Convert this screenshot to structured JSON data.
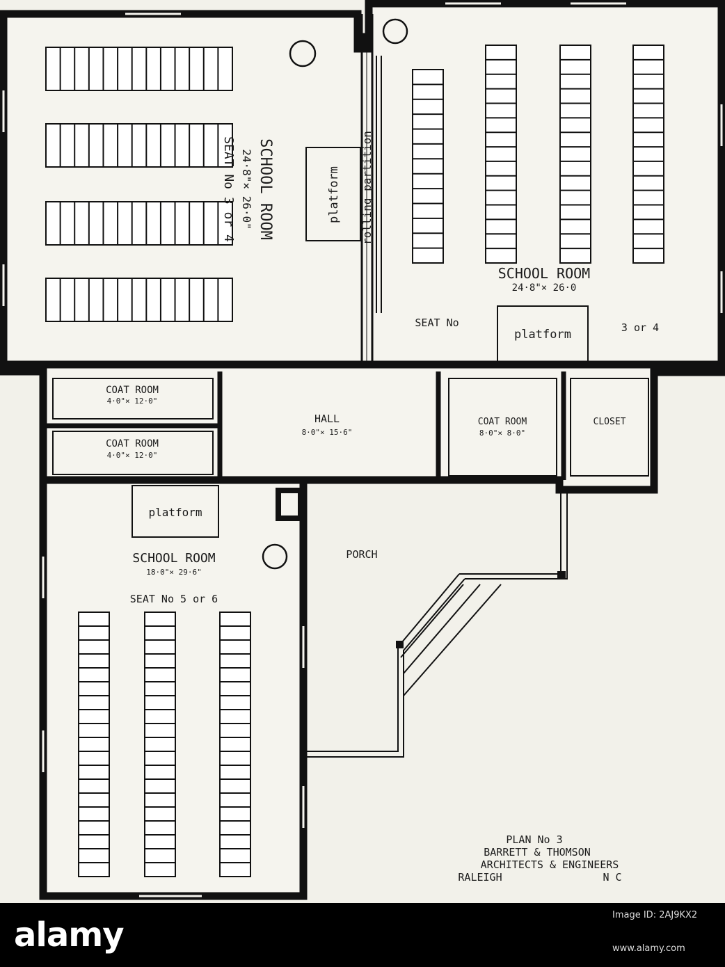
{
  "plan": {
    "rooms": {
      "school_room_1": {
        "name": "SCHOOL ROOM",
        "size": "24·8\"× 26·0\"",
        "seat": "SEAT No 3 or 4"
      },
      "school_room_2": {
        "name": "SCHOOL ROOM",
        "size": "24·8\"× 26·0",
        "seat_no": "SEAT No",
        "seat_alt": "3 or 4"
      },
      "school_room_3": {
        "name": "SCHOOL ROOM",
        "size": "18·0\"× 29·6\"",
        "seat": "SEAT No 5 or 6"
      },
      "coat_room_1": {
        "name": "COAT ROOM",
        "size": "4·0\"× 12·0\""
      },
      "coat_room_2": {
        "name": "COAT ROOM",
        "size": "4·0\"× 12·0\""
      },
      "hall": {
        "name": "HALL",
        "size": "8·0\"× 15·6\""
      },
      "coat_room_3": {
        "name": "COAT ROOM",
        "size": "8·0\"× 8·0\""
      },
      "closet": {
        "name": "CLOSET"
      },
      "porch": {
        "name": "PORCH"
      }
    },
    "platform_label": "platform",
    "rolling_partition_label": "rolling partition",
    "caption": {
      "line1": "PLAN No 3",
      "line2": "BARRETT & THOMSON",
      "line3": "ARCHITECTS & ENGINEERS",
      "line4": "RALEIGH",
      "line4b": "N C"
    }
  },
  "watermark": {
    "logo": "alamy",
    "image_id": "Image ID: 2AJ9KX2",
    "url": "www.alamy.com"
  }
}
